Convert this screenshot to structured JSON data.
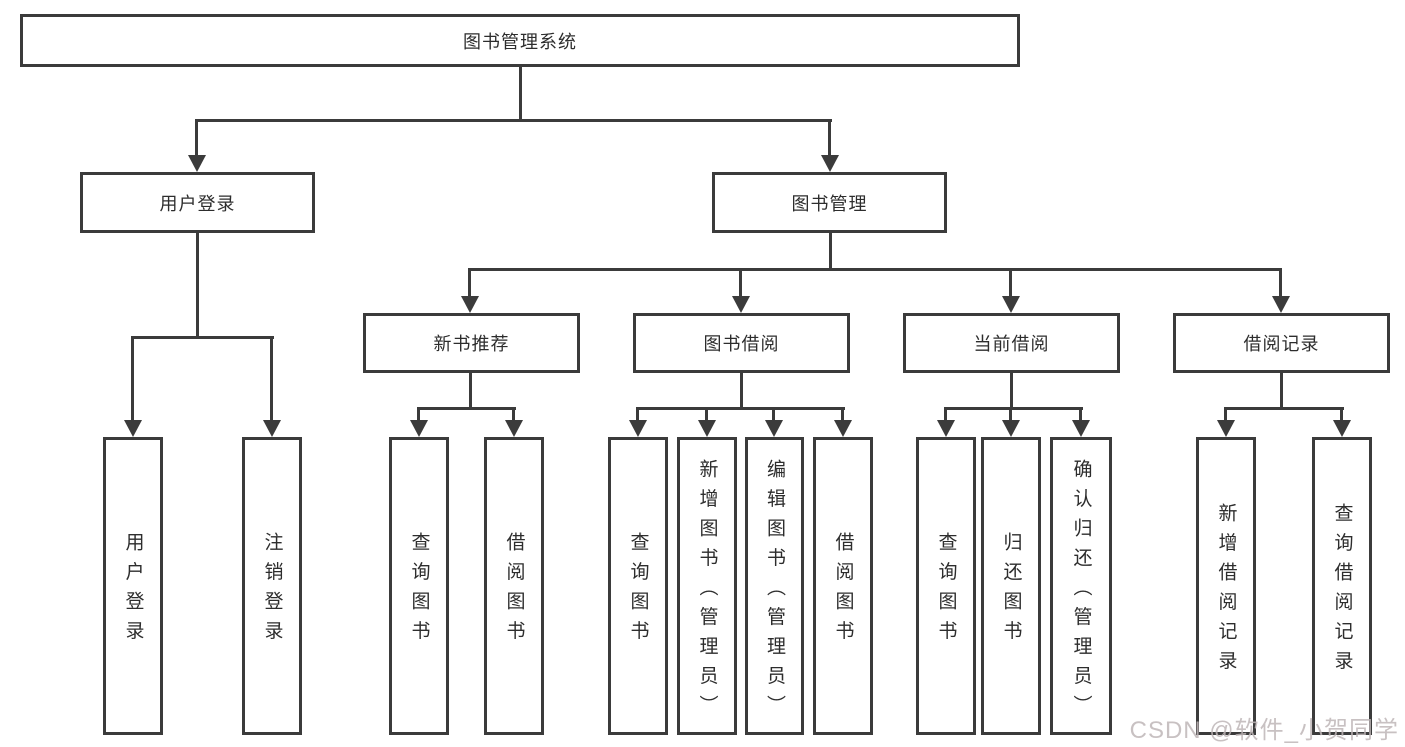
{
  "diagram": {
    "root": "图书管理系统",
    "level1": {
      "user_login": "用户登录",
      "book_mgmt": "图书管理"
    },
    "level2": {
      "new_book_recommend": "新书推荐",
      "book_borrow": "图书借阅",
      "current_borrow": "当前借阅",
      "borrow_records": "借阅记录"
    },
    "leaves": {
      "user_login": [
        "用户登录",
        "注销登录"
      ],
      "new_book_recommend": [
        "查询图书",
        "借阅图书"
      ],
      "book_borrow": [
        "查询图书",
        "新增图书（管理员）",
        "编辑图书（管理员）",
        "借阅图书"
      ],
      "current_borrow": [
        "查询图书",
        "归还图书",
        "确认归还（管理员）"
      ],
      "borrow_records": [
        "新增借阅记录",
        "查询借阅记录"
      ]
    }
  },
  "watermark": "CSDN @软件_小贺同学",
  "colors": {
    "line": "#3b3b3b",
    "text": "#2d2d2d",
    "box_bg": "#ffffff",
    "watermark": "#beb6b7"
  }
}
